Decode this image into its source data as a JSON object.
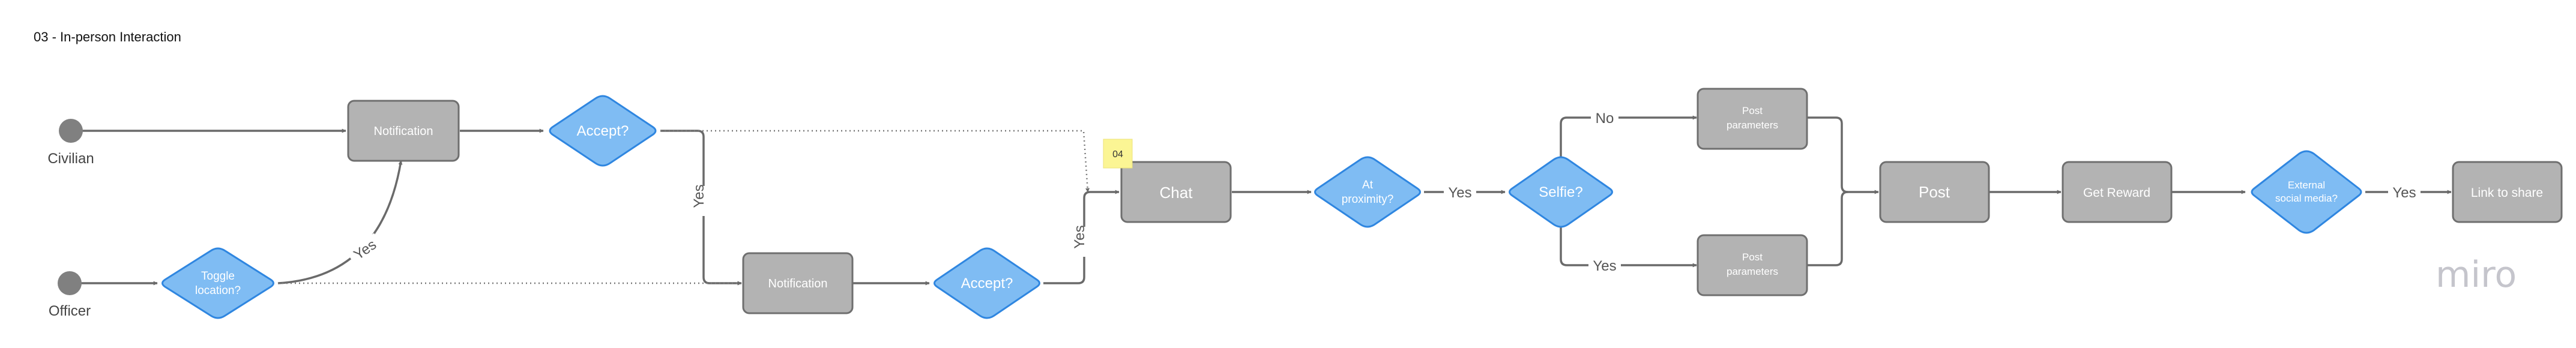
{
  "title": "03 - In-person Interaction",
  "watermark": "miro",
  "sticky_note": "04",
  "colors": {
    "process_fill": "#b3b3b3",
    "process_border": "#6f6f6f",
    "decision_fill": "#7fbcf3",
    "decision_border": "#2f86e0",
    "start_node": "#808080",
    "connector": "#6a6a6a",
    "sticky": "#fbf594"
  },
  "nodes": {
    "civilian_start": {
      "label": "Civilian"
    },
    "officer_start": {
      "label": "Officer"
    },
    "notification_top": {
      "label": "Notification"
    },
    "accept_top": {
      "label": "Accept?"
    },
    "toggle_location": {
      "lines": [
        "Toggle",
        "location?"
      ]
    },
    "notification_bottom": {
      "label": "Notification"
    },
    "accept_bottom": {
      "label": "Accept?"
    },
    "chat": {
      "label": "Chat"
    },
    "at_proximity": {
      "lines": [
        "At",
        "proximity?"
      ]
    },
    "selfie": {
      "label": "Selfie?"
    },
    "post_params_top": {
      "lines": [
        "Post",
        "parameters"
      ]
    },
    "post_params_bottom": {
      "lines": [
        "Post",
        "parameters"
      ]
    },
    "post": {
      "label": "Post"
    },
    "get_reward": {
      "label": "Get Reward"
    },
    "external_social": {
      "lines": [
        "External",
        "social media?"
      ]
    },
    "link_to_share": {
      "label": "Link to share"
    }
  },
  "edge_labels": {
    "toggle_yes": "Yes",
    "accept_top_yes": "Yes",
    "accept_bottom_yes": "Yes",
    "proximity_yes": "Yes",
    "selfie_no": "No",
    "selfie_yes": "Yes",
    "external_yes": "Yes"
  }
}
